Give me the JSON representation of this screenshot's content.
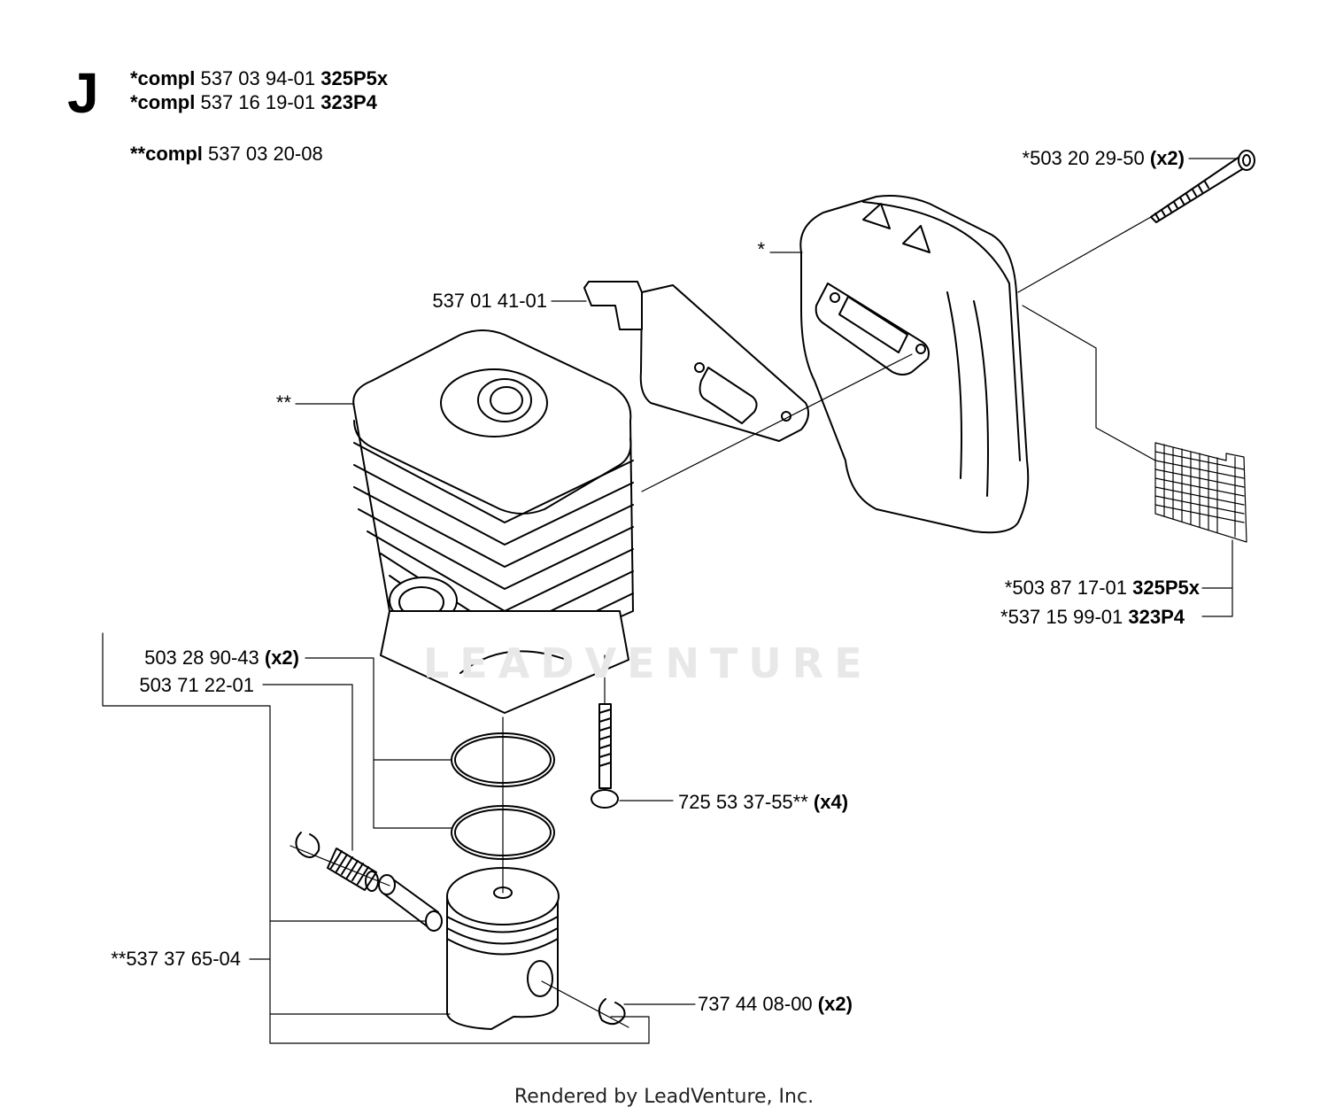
{
  "section": "J",
  "header": {
    "lines": [
      {
        "prefix": "*compl",
        "number": "537 03 94-01",
        "model": "325P5x"
      },
      {
        "prefix": "*compl",
        "number": "537 16 19-01",
        "model": "323P4"
      },
      {
        "prefix": "**compl",
        "number": "537 03 20-08",
        "model": ""
      }
    ]
  },
  "callouts": {
    "bolt_top": {
      "part": "*503 20 29-50",
      "qty": "(x2)"
    },
    "muffler": {
      "part": "*"
    },
    "bracket": {
      "part": "537 01 41-01"
    },
    "cylinder": {
      "part": "**"
    },
    "screen_a": {
      "part": "*503 87 17-01",
      "model": "325P5x"
    },
    "screen_b": {
      "part": "*537 15 99-01",
      "model": "323P4"
    },
    "ring": {
      "part": "503 28 90-43",
      "qty": "(x2)"
    },
    "bearing": {
      "part": "503 71 22-01"
    },
    "screw": {
      "part": "725 53 37-55**",
      "qty": "(x4)"
    },
    "piston": {
      "part": "**537 37 65-04"
    },
    "circlip": {
      "part": "737 44 08-00",
      "qty": "(x2)"
    }
  },
  "watermark": "LEADVENTURE",
  "footer": "Rendered by LeadVenture, Inc."
}
